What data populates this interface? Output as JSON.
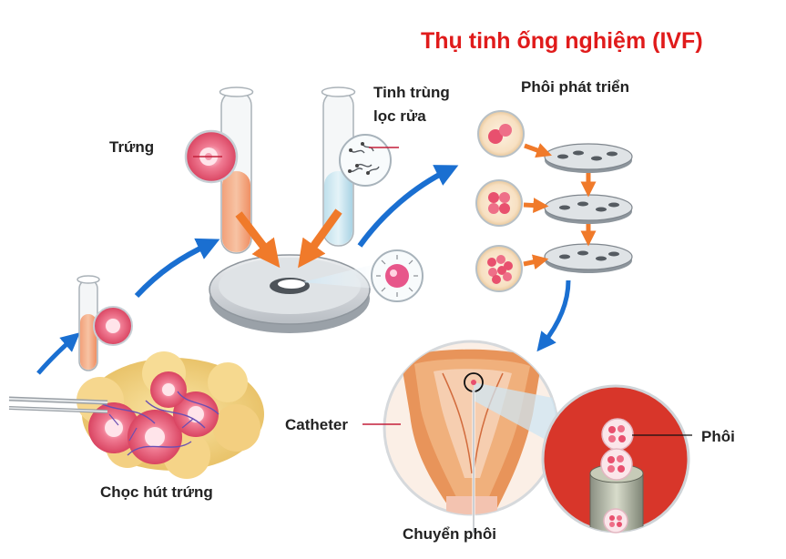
{
  "title": "Thụ tinh ống nghiệm (IVF)",
  "labels": {
    "egg": "Trứng",
    "sperm_line1": "Tinh trùng",
    "sperm_line2": "lọc rửa",
    "embryo_dev": "Phôi phát triển",
    "retrieval": "Chọc hút trứng",
    "catheter": "Catheter",
    "transfer": "Chuyển phôi",
    "embryo": "Phôi"
  },
  "colors": {
    "title": "#e01b1b",
    "arrow_blue": "#1a6fd1",
    "arrow_orange": "#f07a2a",
    "egg_pink": "#e8506e",
    "tissue_red": "#d83a2a",
    "text": "#222222"
  },
  "icons": [
    "egg-cell-icon",
    "sperm-icon",
    "petri-dish-icon",
    "test-tube-icon",
    "ovary-icon",
    "uterus-icon",
    "embryo-icon",
    "catheter-icon"
  ]
}
